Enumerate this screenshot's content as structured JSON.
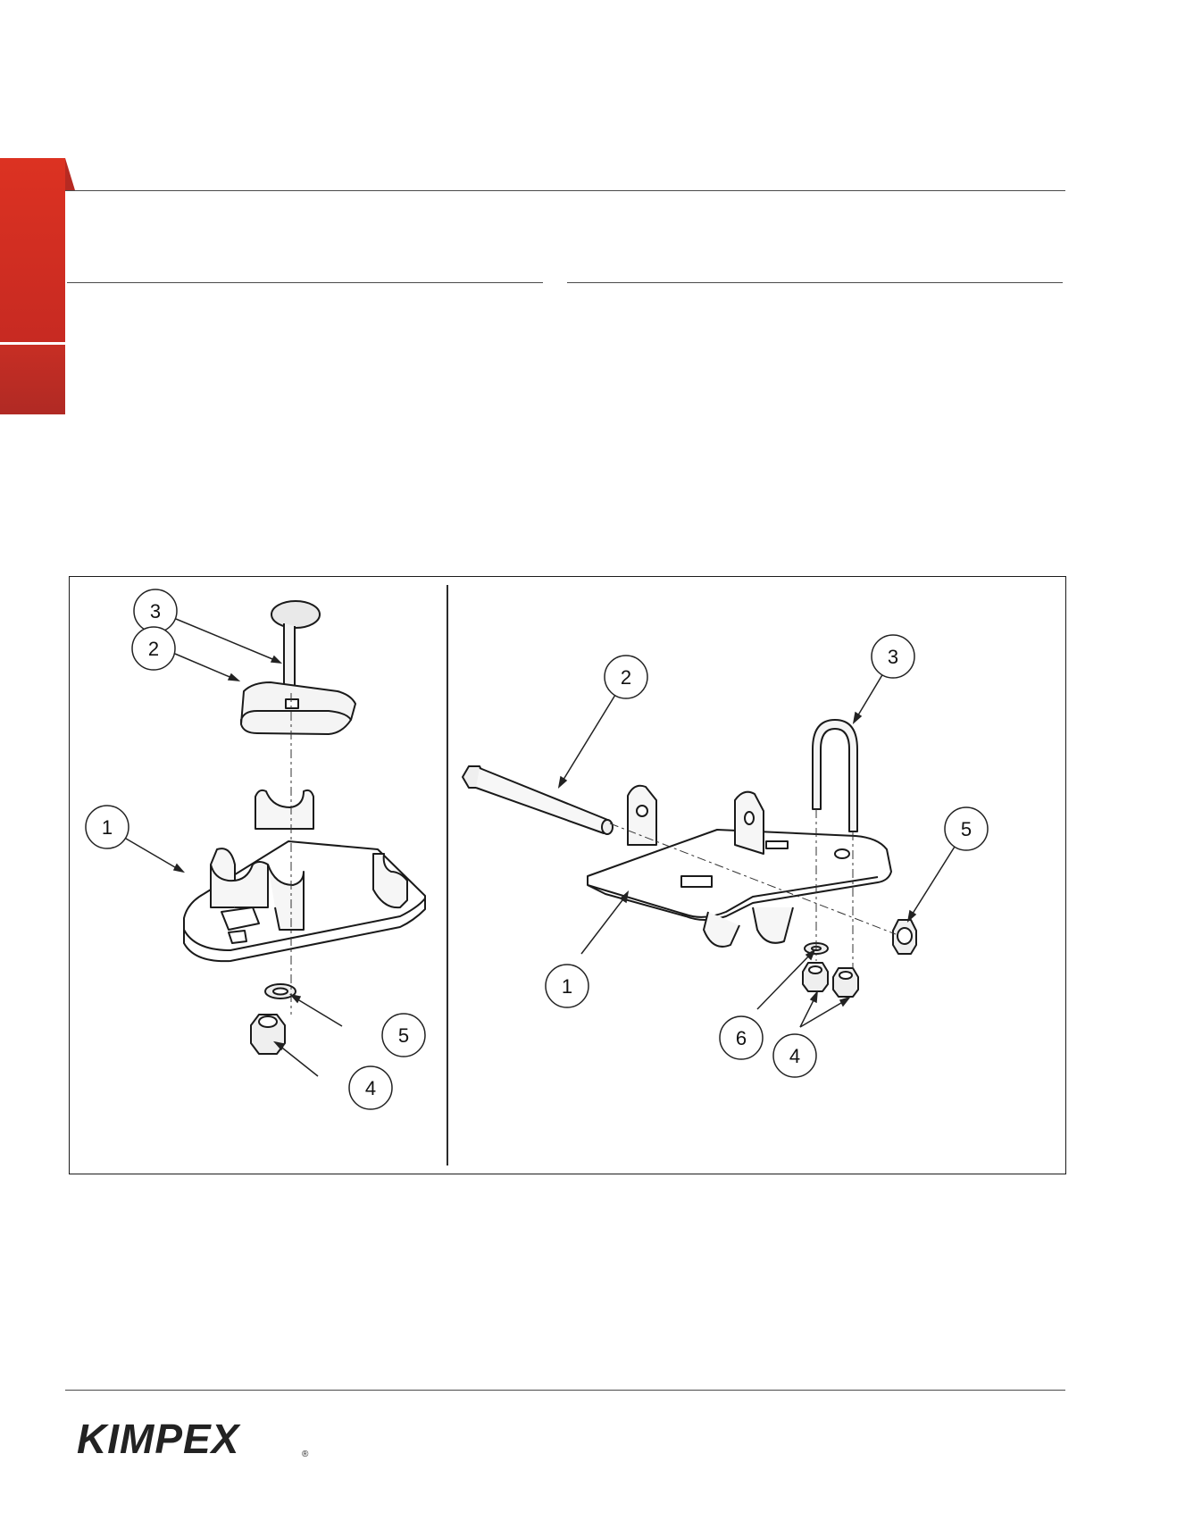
{
  "figure": {
    "left_view": {
      "callouts": [
        "3",
        "2",
        "1",
        "5",
        "4"
      ]
    },
    "right_view": {
      "callouts": [
        "2",
        "3",
        "5",
        "1",
        "6",
        "4"
      ]
    }
  },
  "footer": {
    "logo": "KIMPEX",
    "logo_mark": "®"
  },
  "colors": {
    "accent_red": "#d8311f",
    "rule": "#4a4a4a",
    "ink": "#111111"
  }
}
